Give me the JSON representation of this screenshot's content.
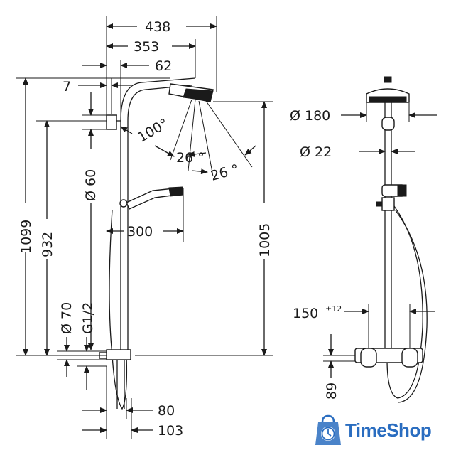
{
  "dimensions": {
    "d438": "438",
    "d353": "353",
    "d62": "62",
    "d7": "7",
    "d100deg": "100°",
    "d26a": "26 °",
    "d26b": "26 °",
    "d60": "Ø 60",
    "d1099": "1099",
    "d932": "932",
    "d300": "300",
    "d1005": "1005",
    "d70": "Ø 70",
    "dG12": "G1/2",
    "d80": "80",
    "d103": "103",
    "d180": "Ø 180",
    "d22": "Ø 22",
    "d150": "150",
    "d150tol": "±12",
    "d89": "89"
  },
  "watermark": {
    "text": "TimeShop",
    "icon": "clock-bag-icon",
    "color": "#2a6dc0"
  }
}
